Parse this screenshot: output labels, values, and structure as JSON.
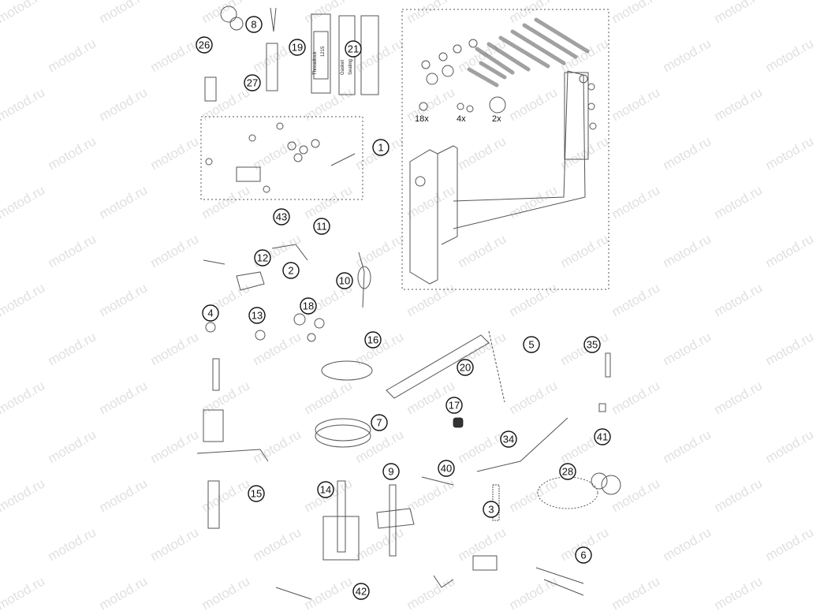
{
  "watermark": "motod.ru",
  "callouts": [
    "1",
    "2",
    "3",
    "4",
    "5",
    "6",
    "7",
    "8",
    "9",
    "10",
    "11",
    "12",
    "13",
    "14",
    "15",
    "16",
    "17",
    "18",
    "19",
    "20",
    "21",
    "26",
    "27",
    "28",
    "34",
    "35",
    "40",
    "41",
    "42",
    "43"
  ],
  "quantities": [
    "18x",
    "4x",
    "2x"
  ],
  "bottle_labels": [
    "Threadlock",
    "1215",
    "Gasket",
    "Sealing"
  ]
}
